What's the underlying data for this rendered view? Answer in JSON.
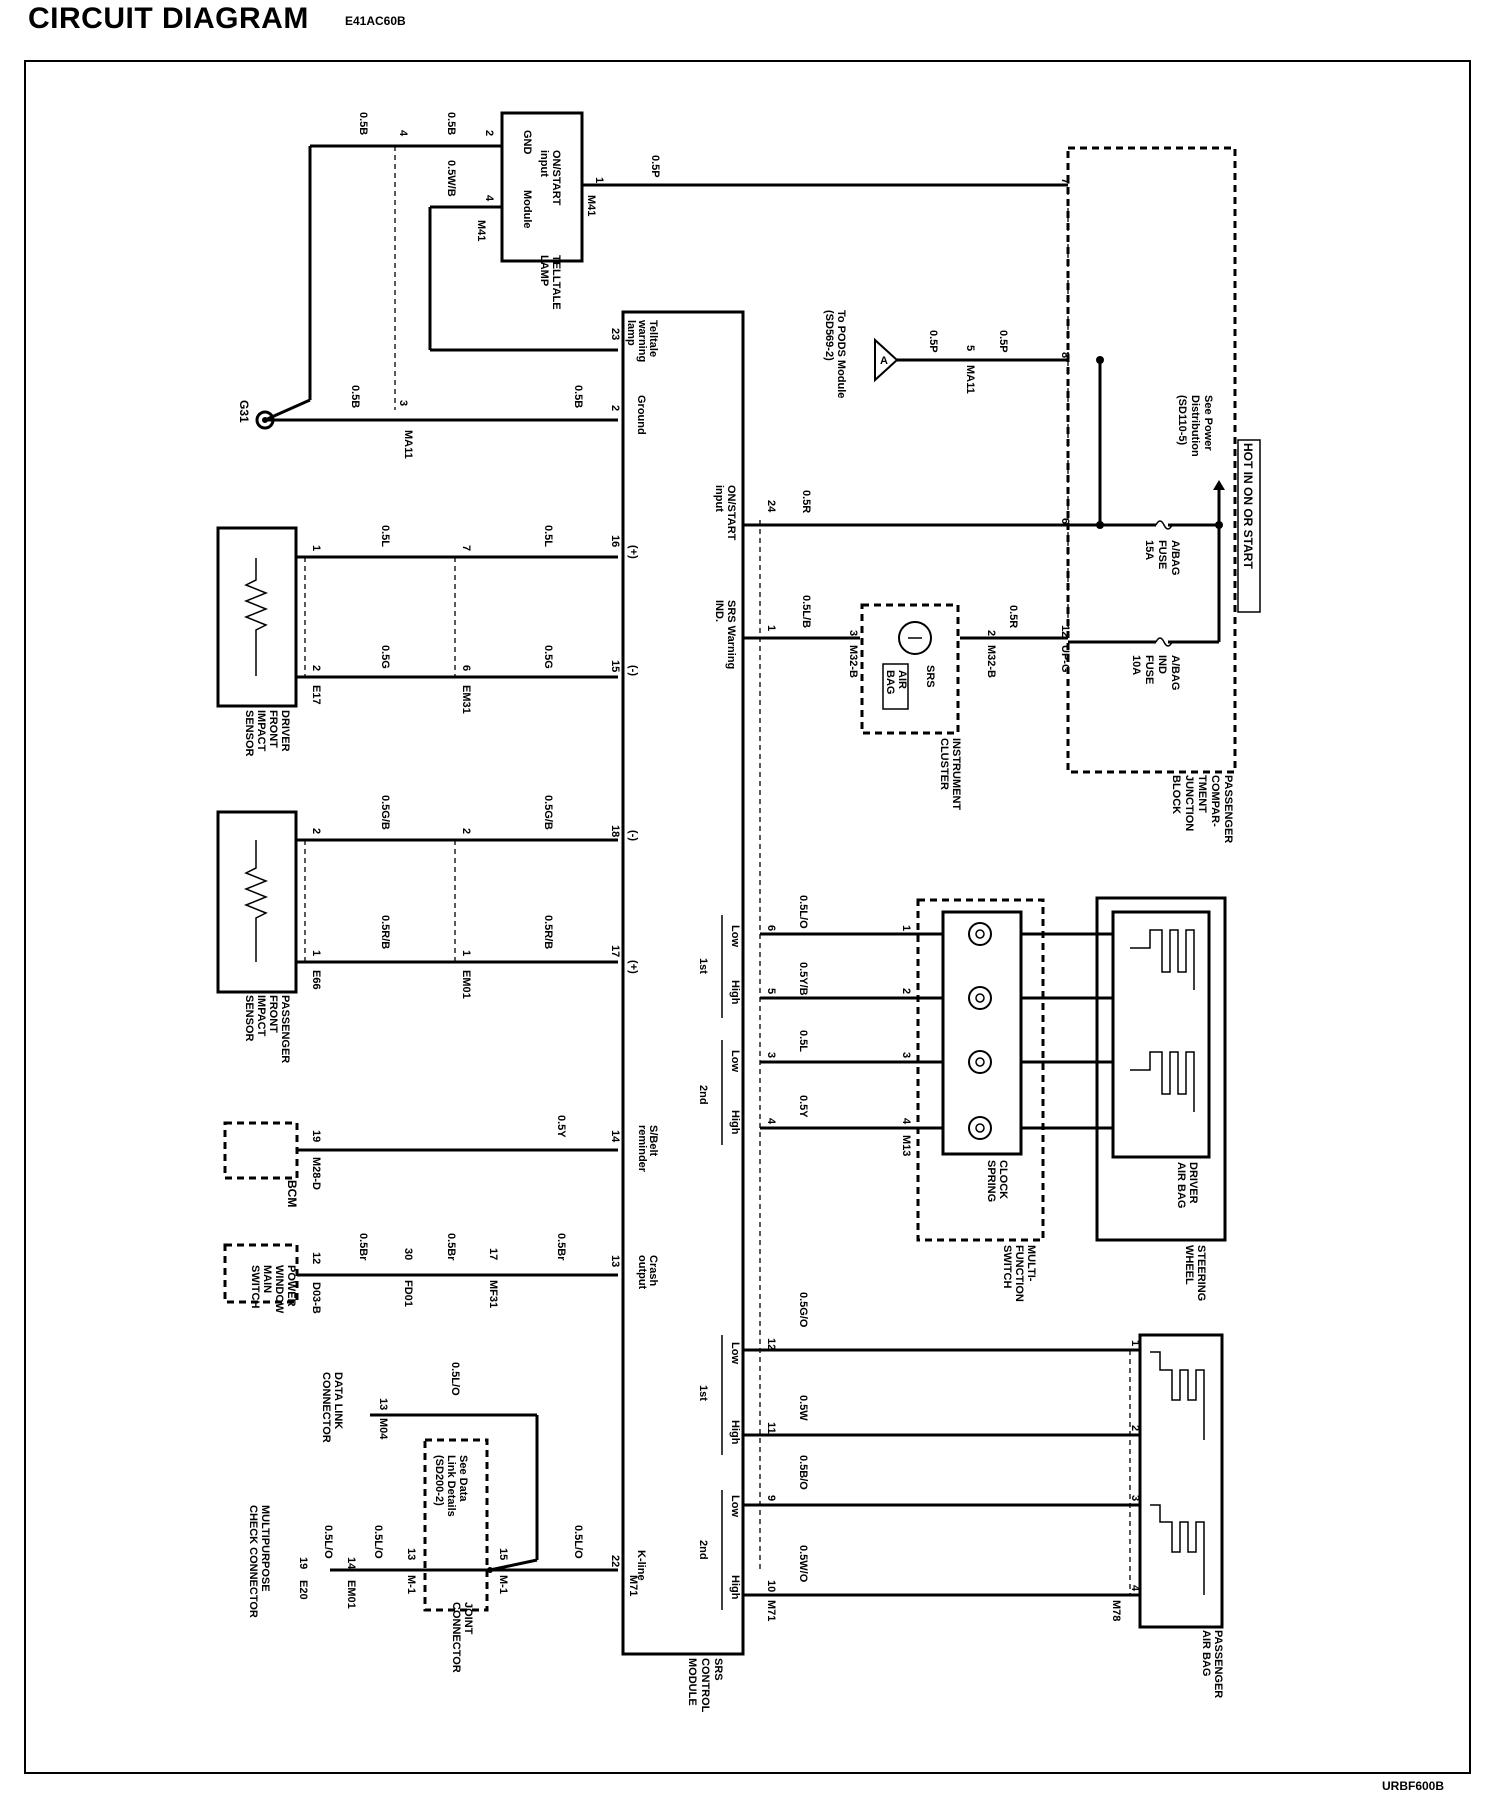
{
  "header": {
    "title": "CIRCUIT DIAGRAM",
    "code": "E41AC60B"
  },
  "footer": {
    "code": "URBF600B"
  },
  "power": {
    "hot_label": "HOT IN ON OR START",
    "see_power": [
      "See Power",
      "Distribution",
      "(SD110-5)"
    ],
    "fuse_15a": [
      "A/BAG",
      "FUSE",
      "15A"
    ],
    "fuse_10a": [
      "A/BAG",
      "IND",
      "FUSE",
      "10A"
    ],
    "junction_block": [
      "PASSENGER",
      "COMPAR-",
      "TMENT",
      "JUNCTION",
      "BLOCK"
    ]
  },
  "pods": {
    "label": [
      "To PODS Module",
      "(SD569-2)"
    ],
    "marker": "A",
    "pin": "5",
    "conn": "MA11",
    "wire": "0.5P",
    "wire_right": "0.5P",
    "jb_pin": "8"
  },
  "telltale": {
    "label": [
      "TELLTALE",
      "LAMP"
    ],
    "box_lines": [
      "ON/START",
      "input",
      "GND",
      "Module"
    ],
    "pins": [
      "1",
      "2",
      "4"
    ],
    "conn": "M41",
    "conn2": "M41",
    "wire_top": "0.5P",
    "wire_gnd": "0.5B",
    "wire_mod": "0.5W/B",
    "jb_pin": "7"
  },
  "ground": {
    "name": "G31",
    "wire1": "0.5B",
    "wire2": "0.5B",
    "wire3": "0.5B",
    "pin_4": "4",
    "pin_3": "3",
    "conn": "MA11"
  },
  "srs_module": {
    "label": [
      "SRS",
      "CONTROL",
      "MODULE"
    ],
    "pins": {
      "telltale": {
        "pin": "23",
        "label": [
          "Telltale",
          "warning",
          "lamp"
        ]
      },
      "ground": {
        "pin": "2",
        "label": "Ground"
      },
      "plus16": {
        "pin": "16",
        "label": "(+)"
      },
      "minus15": {
        "pin": "15",
        "label": "(-)"
      },
      "minus18": {
        "pin": "18",
        "label": "(-)"
      },
      "plus17": {
        "pin": "17",
        "label": "(+)"
      },
      "sbelt": {
        "pin": "14",
        "label": [
          "S/Belt",
          "reminder"
        ]
      },
      "crash": {
        "pin": "13",
        "label": [
          "Crash",
          "output"
        ]
      },
      "kline": {
        "pin": "22",
        "label": "K-line",
        "conn": "M71"
      },
      "onstart": {
        "pin": "24",
        "label": [
          "ON/START",
          "input"
        ]
      },
      "srsind": {
        "pin": "1",
        "label": [
          "SRS Warning",
          "IND."
        ]
      }
    }
  },
  "driver_sensor": {
    "label": [
      "DRIVER",
      "FRONT",
      "IMPACT",
      "SENSOR"
    ],
    "conn": "E17",
    "mid_conn": "EM31",
    "wires": [
      {
        "pin": "1",
        "mid_pin": "7",
        "wire_left": "0.5L",
        "wire_right": "0.5L"
      },
      {
        "pin": "2",
        "mid_pin": "6",
        "wire_left": "0.5G",
        "wire_right": "0.5G"
      }
    ]
  },
  "passenger_sensor": {
    "label": [
      "PASSENGER",
      "FRONT",
      "IMPACT",
      "SENSOR"
    ],
    "conn": "E66",
    "mid_conn": "EM01",
    "wires": [
      {
        "pin": "2",
        "mid_pin": "2",
        "wire_left": "0.5G/B",
        "wire_right": "0.5G/B"
      },
      {
        "pin": "1",
        "mid_pin": "1",
        "wire_left": "0.5R/B",
        "wire_right": "0.5R/B"
      }
    ]
  },
  "bcm": {
    "label": "BCM",
    "pin": "19",
    "conn": "M28-D",
    "wire": "0.5Y"
  },
  "power_window": {
    "label": [
      "POWER",
      "WINDOW",
      "MAIN",
      "SWITCH"
    ],
    "pin": "12",
    "conn": "D03-B",
    "mid1_pin": "30",
    "mid1_conn": "FD01",
    "mid2_pin": "17",
    "mid2_conn": "MF31",
    "wire1": "0.5Br",
    "wire2": "0.5Br",
    "wire3": "0.5Br"
  },
  "data_link": {
    "label": [
      "DATA LINK",
      "CONNECTOR"
    ],
    "pin": "13",
    "conn": "M04",
    "wire": "0.5L/O",
    "see": [
      "See Data",
      "Link Details",
      "(SD200-2)"
    ]
  },
  "joint": {
    "label": [
      "JOINT",
      "CONNECTOR"
    ],
    "pin15": "15",
    "pin13": "13",
    "conn": "M-1",
    "conn2": "M-1",
    "wire": "0.5L/O"
  },
  "multipurpose": {
    "label": [
      "MULTIPURPOSE",
      "CHECK CONNECTOR"
    ],
    "pin": "19",
    "conn": "E20",
    "mid_pin": "14",
    "mid_conn": "EM01",
    "wire1": "0.5L/O",
    "wire2": "0.5L/O"
  },
  "cluster": {
    "label": [
      "INSTRUMENT",
      "CLUSTER"
    ],
    "srs": "SRS",
    "airbag": [
      "AIR",
      "BAG"
    ],
    "pin3": "3",
    "pin2": "2",
    "conn_left": "M32-B",
    "conn_right": "M32-B",
    "wire_left": "0.5L/B",
    "wire_right": "0.5R",
    "jb_pin": "12",
    "jb_conn": "UP-G"
  },
  "onstart_wire": {
    "wire": "0.5R",
    "jb_pin": "6"
  },
  "clock_spring": {
    "label": [
      "CLOCK",
      "SPRING"
    ],
    "mfs_label": [
      "MULTI-",
      "FUNCTION",
      "SWITCH"
    ],
    "sw_label": [
      "STEERING",
      "WHEEL"
    ],
    "conn": "M13",
    "wires": [
      {
        "pin": "6",
        "cs_pin": "1",
        "wire": "0.5L/O"
      },
      {
        "pin": "5",
        "cs_pin": "2",
        "wire": "0.5Y/B"
      },
      {
        "pin": "3",
        "cs_pin": "3",
        "wire": "0.5L"
      },
      {
        "pin": "4",
        "cs_pin": "4",
        "wire": "0.5Y"
      }
    ],
    "stage_labels": [
      "Low",
      "High",
      "Low",
      "High"
    ],
    "stage_groups": [
      "1st",
      "2nd"
    ]
  },
  "driver_airbag": {
    "label": [
      "DRIVER",
      "AIR BAG"
    ]
  },
  "passenger_airbag": {
    "label": [
      "PASSENGER",
      "AIR BAG"
    ],
    "conn": "M78",
    "left_conn": "M71",
    "wires": [
      {
        "pin": "12",
        "pab_pin": "1",
        "wire": "0.5G/O"
      },
      {
        "pin": "11",
        "pab_pin": "2",
        "wire": "0.5W"
      },
      {
        "pin": "9",
        "pab_pin": "3",
        "wire": "0.5B/O"
      },
      {
        "pin": "10",
        "pab_pin": "4",
        "wire": "0.5W/O"
      }
    ],
    "stage_labels": [
      "Low",
      "High",
      "Low",
      "High"
    ],
    "stage_groups": [
      "1st",
      "2nd"
    ]
  }
}
